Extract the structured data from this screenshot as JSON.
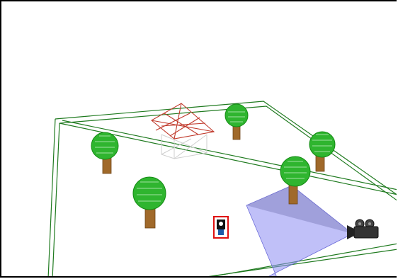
{
  "viewport": {
    "grid_color": "#1f7a1f",
    "frustum_color": "#8c8cf2",
    "house_color": "#c0392b",
    "tree_leaf_color": "#2fb52f",
    "tree_trunk_color": "#a0692a"
  },
  "objects": [
    {
      "kind": "tree"
    },
    {
      "kind": "tree"
    },
    {
      "kind": "tree"
    },
    {
      "kind": "tree"
    },
    {
      "kind": "tree"
    },
    {
      "kind": "house-wireframe"
    },
    {
      "kind": "camera-icon"
    },
    {
      "kind": "light-icon"
    }
  ]
}
